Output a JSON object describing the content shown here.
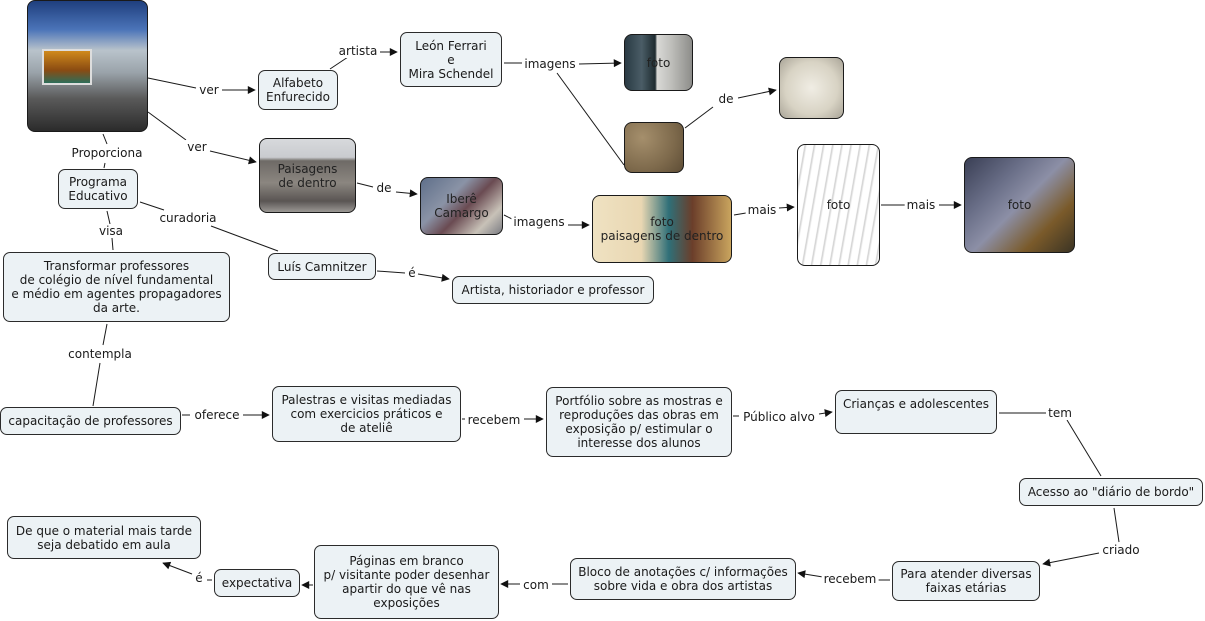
{
  "concepts": {
    "alfabeto": "Alfabeto\nEnfurecido",
    "ferrari": "León Ferrari\ne\nMira Schendel",
    "programa": "Programa\nEducativo",
    "camnitzer": "Luís Camnitzer",
    "artista": "Artista, historiador e professor",
    "transformar": "Transformar professores\nde colégio de nível fundamental\ne médio em agentes propagadores\nda arte.",
    "capacitacao": "capacitação de professores",
    "palestras": "Palestras e visitas mediadas\ncom exercicios práticos e\nde ateliê",
    "portfolio": "Portfólio sobre as mostras e\nreproduções das obras em\nexposição p/ estimular o\ninteresse dos alunos",
    "criancas": "Crianças e adolescentes",
    "acesso": "Acesso ao \"diário de bordo\"",
    "para_atender": "Para atender diversas\nfaixas etárias",
    "bloco": "Bloco de anotações c/ informações\nsobre vida e obra dos artistas",
    "paginas": "Páginas em branco\np/ visitante poder desenhar\napartir do que vê nas\nexposições",
    "expectativa": "expectativa",
    "de_que": "De que o material mais tarde\nseja debatido em aula"
  },
  "image_nodes": {
    "building": "",
    "ferrari_foto": "foto",
    "texture": "",
    "schendel": "",
    "paisagens": "Paisagens\nde dentro",
    "ibere": "Iberê\nCamargo",
    "paisagens_foto": "foto\npaisagens de dentro",
    "sketch": "foto",
    "painting": "foto"
  },
  "link_labels": {
    "ver1": "ver",
    "ver2": "ver",
    "artista": "artista",
    "imagens1": "imagens",
    "de1": "de",
    "de2": "de",
    "imagens2": "imagens",
    "mais1": "mais",
    "mais2": "mais",
    "proporciona": "Proporciona",
    "curadoria": "curadoria",
    "e_camnitzer": "é",
    "visa": "visa",
    "contempla": "contempla",
    "oferece": "oferece",
    "recebem1": "recebem",
    "publico_alvo": "Público alvo",
    "tem": "tem",
    "criado": "criado",
    "recebem2": "recebem",
    "com": "com",
    "e_expectativa": "é"
  },
  "colors": {
    "node_fill": "#ecf2f5",
    "node_border": "#2b2b2b",
    "link": "#1a1a1a"
  }
}
